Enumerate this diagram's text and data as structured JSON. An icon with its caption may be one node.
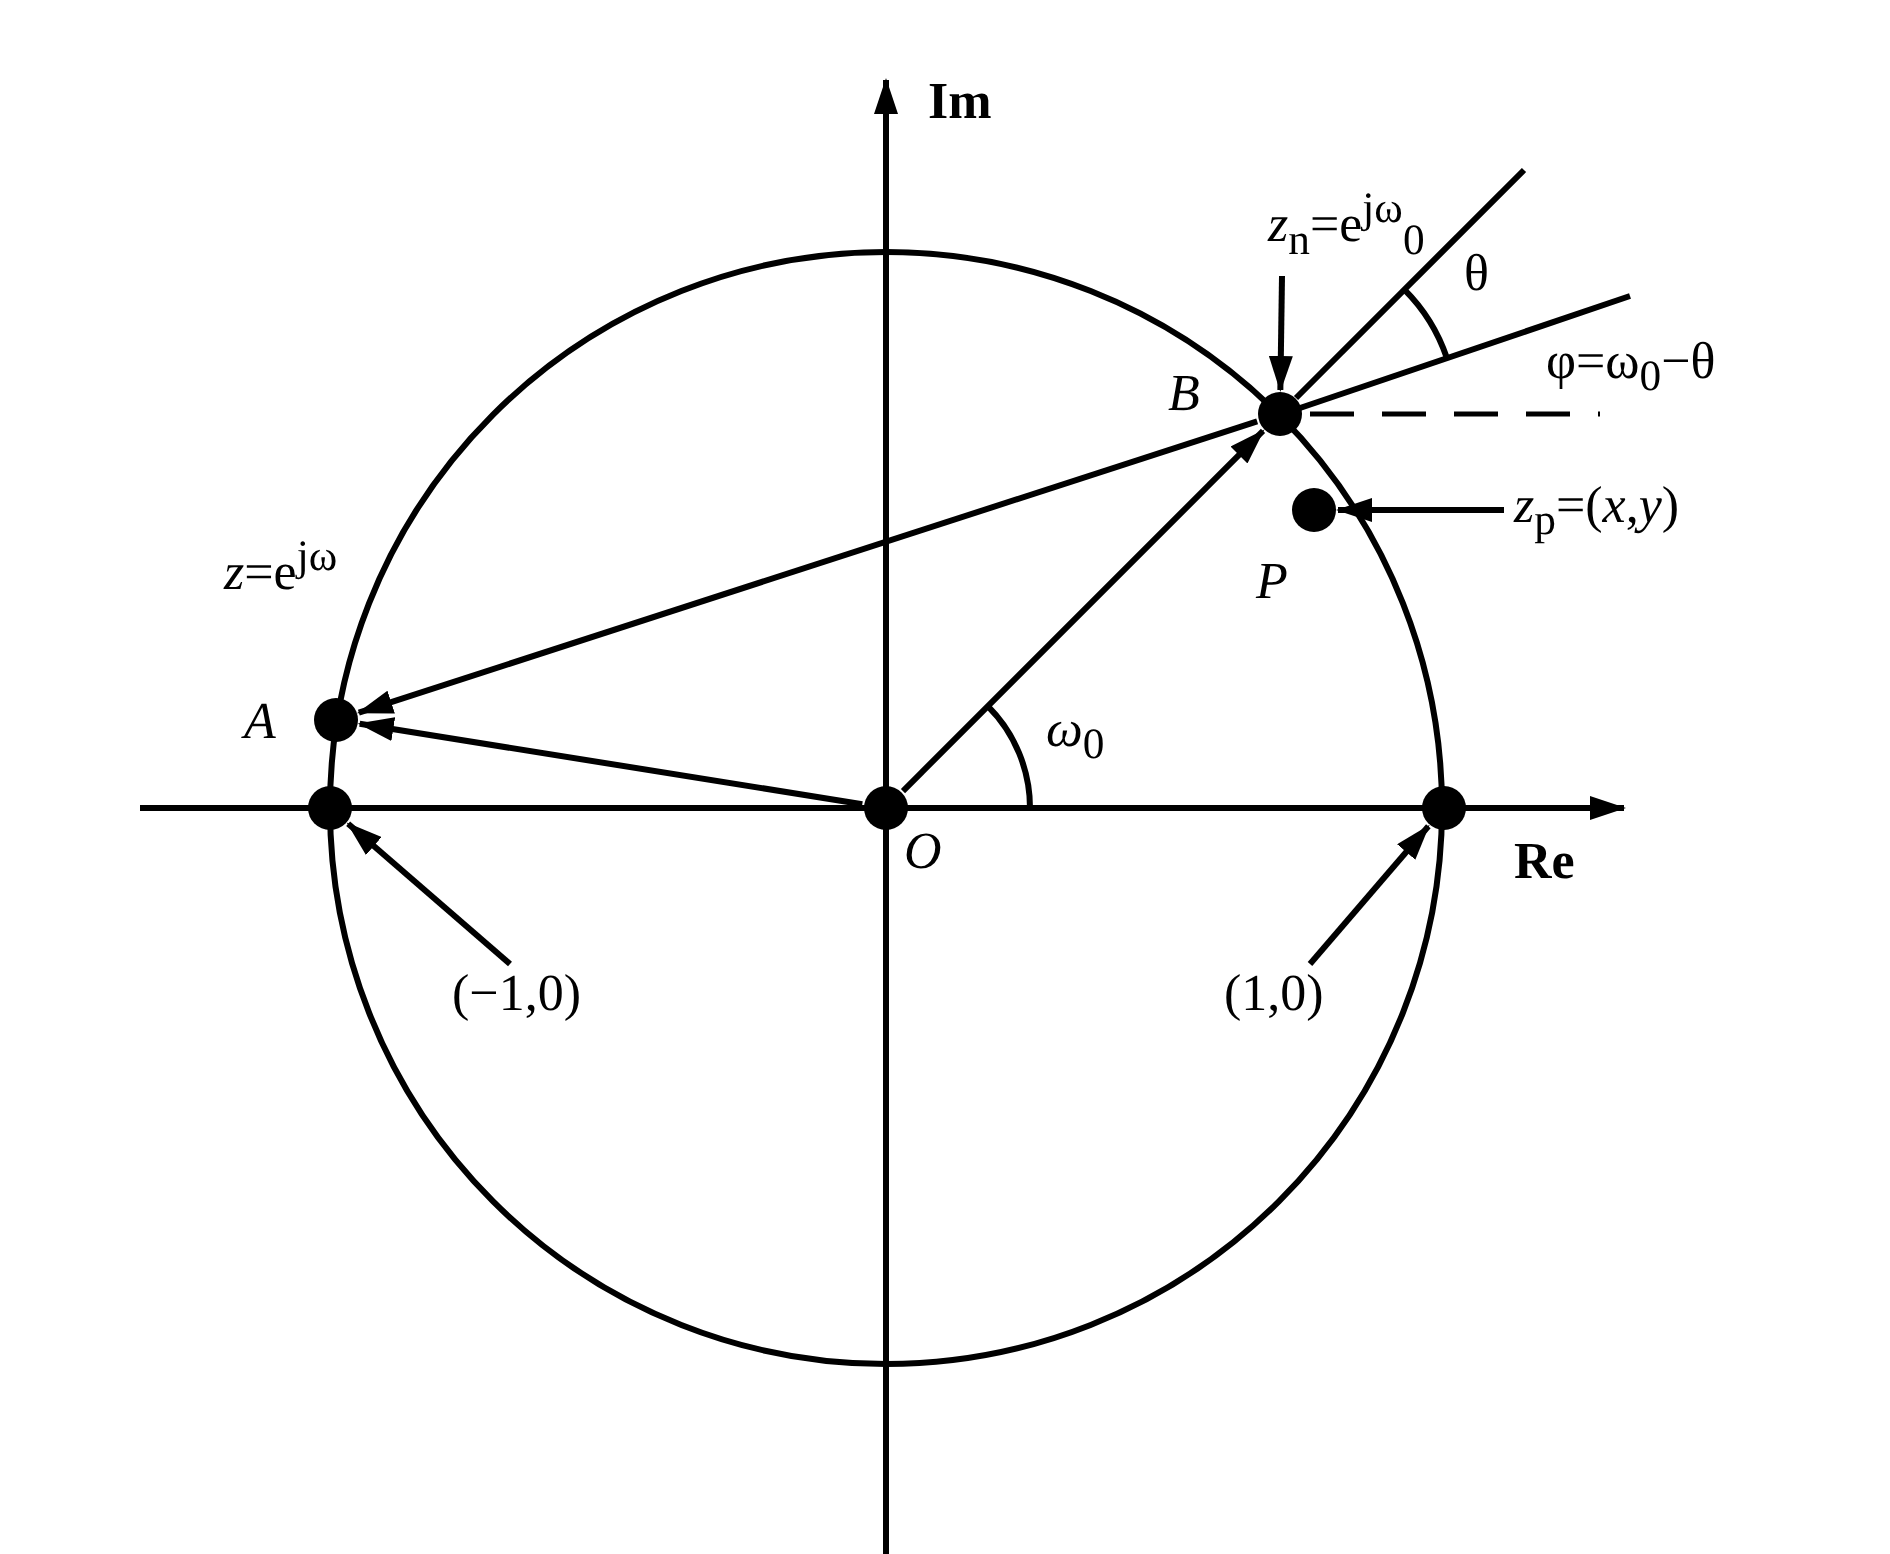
{
  "diagram": {
    "nodes": [
      {
        "text": [
          "*O*"
        ]
      },
      {
        "text": [
          "*A*"
        ]
      },
      {
        "text": [
          "*B*"
        ]
      },
      {
        "text": [
          "*P*"
        ]
      },
      {
        "text": [],
        "shape": "circle"
      },
      {
        "text": [],
        "shape": "circle"
      },
      {
        "text": [
          "(−1,0)"
        ]
      },
      {
        "text": [
          "(1,0)"
        ]
      },
      {
        "text": [
          "*z*$_{n}$=e$^{jω}$$_{0}$"
        ]
      },
      {
        "text": [
          "*z*$_{p}$=(*x*,*y*)"
        ]
      }
    ],
    "edges": [
      {
        "from": 0,
        "to": 2,
        "arrow": "to"
      },
      {
        "from": 0,
        "to": 1,
        "arrow": "to"
      },
      {
        "from": 2,
        "to": 1,
        "arrow": "to"
      },
      {
        "from": 8,
        "to": 2,
        "arrow": "to"
      },
      {
        "from": 9,
        "to": 3,
        "arrow": "to"
      },
      {
        "from": 6,
        "to": 4,
        "arrow": "to"
      },
      {
        "from": 7,
        "to": 5,
        "arrow": "to"
      }
    ],
    "labels": [
      "Im",
      "θ",
      "φ=ω$_{0}$−θ",
      "*z*=e$^{jω}$",
      "*ω*$_{0}$",
      "Re"
    ]
  }
}
